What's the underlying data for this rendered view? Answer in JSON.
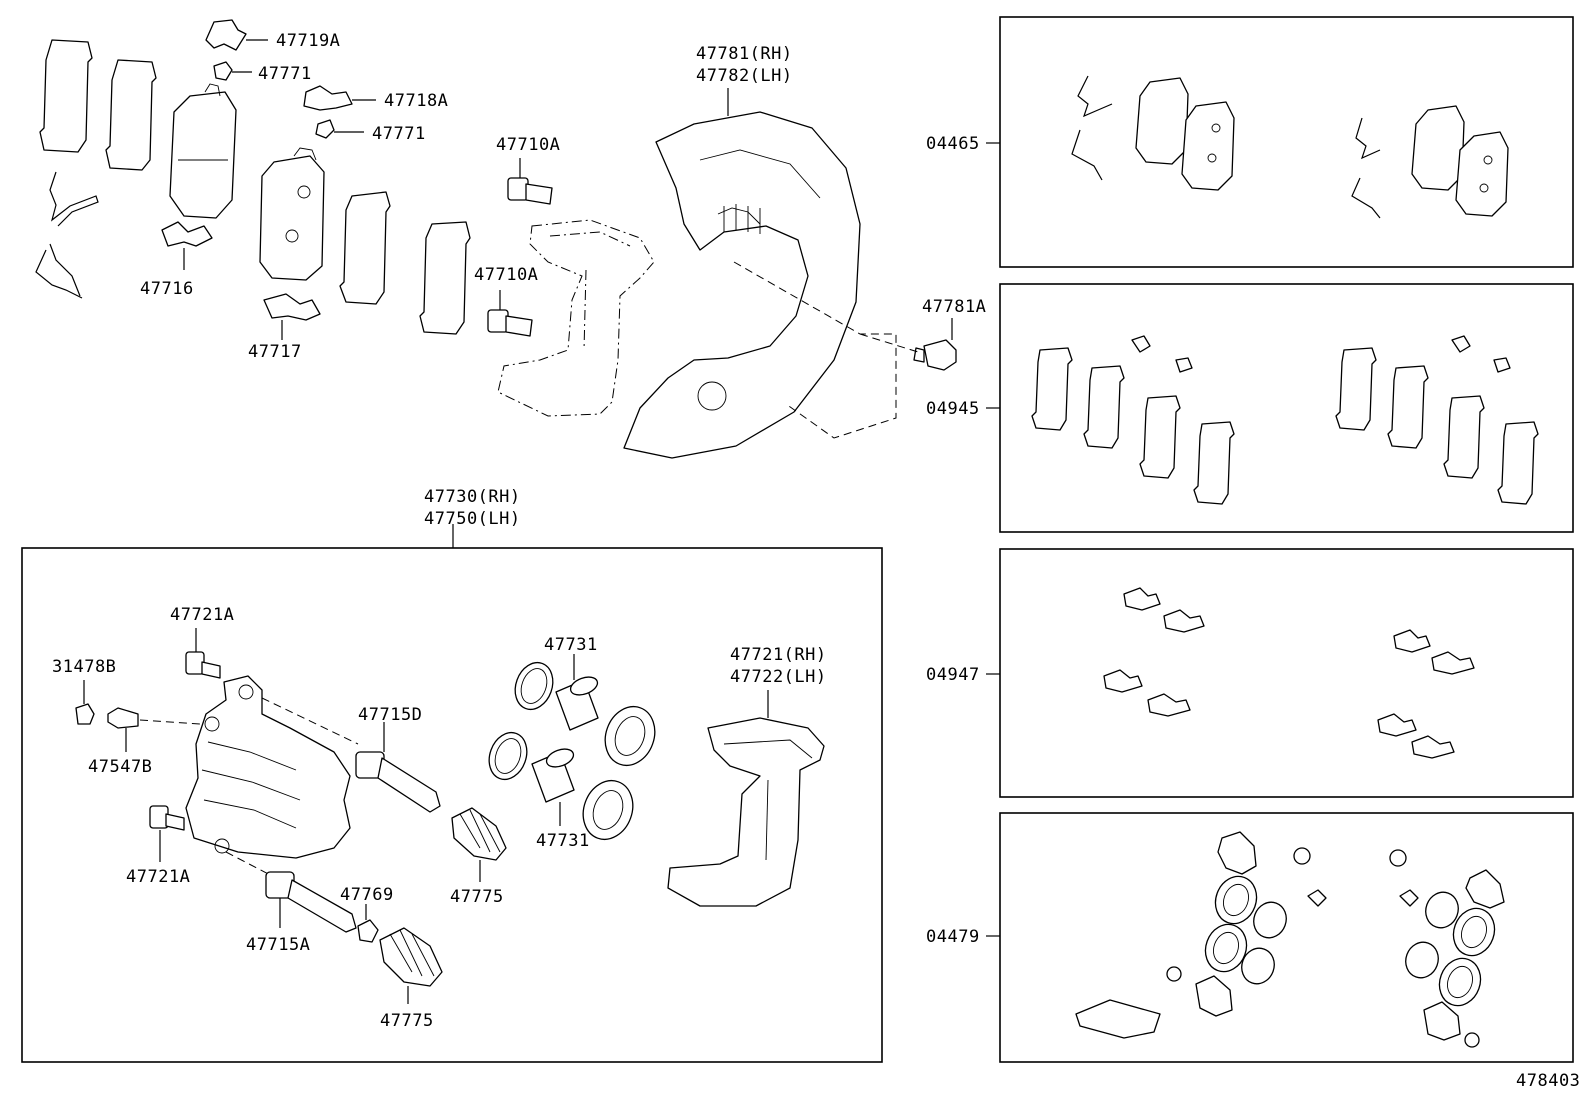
{
  "diagram": {
    "footer_id": "478403",
    "callouts": {
      "c47719A": "47719A",
      "c47771a": "47771",
      "c47718A": "47718A",
      "c47771b": "47771",
      "c47716": "47716",
      "c47717": "47717",
      "c47710Aa": "47710A",
      "c47710Ab": "47710A",
      "c47781_rh": "47781(RH)",
      "c47782_lh": "47782(LH)",
      "c47781A": "47781A",
      "c47730_rh": "47730(RH)",
      "c47750_lh": "47750(LH)",
      "c47721A_top": "47721A",
      "c31478B": "31478B",
      "c47547B": "47547B",
      "c47721A_bot": "47721A",
      "c47715D": "47715D",
      "c47715A": "47715A",
      "c47769": "47769",
      "c47775a": "47775",
      "c47775b": "47775",
      "c47731a": "47731",
      "c47731b": "47731",
      "c47721_rh": "47721(RH)",
      "c47722_lh": "47722(LH)"
    },
    "kits": [
      {
        "code": "04465"
      },
      {
        "code": "04945"
      },
      {
        "code": "04947"
      },
      {
        "code": "04479"
      }
    ]
  }
}
